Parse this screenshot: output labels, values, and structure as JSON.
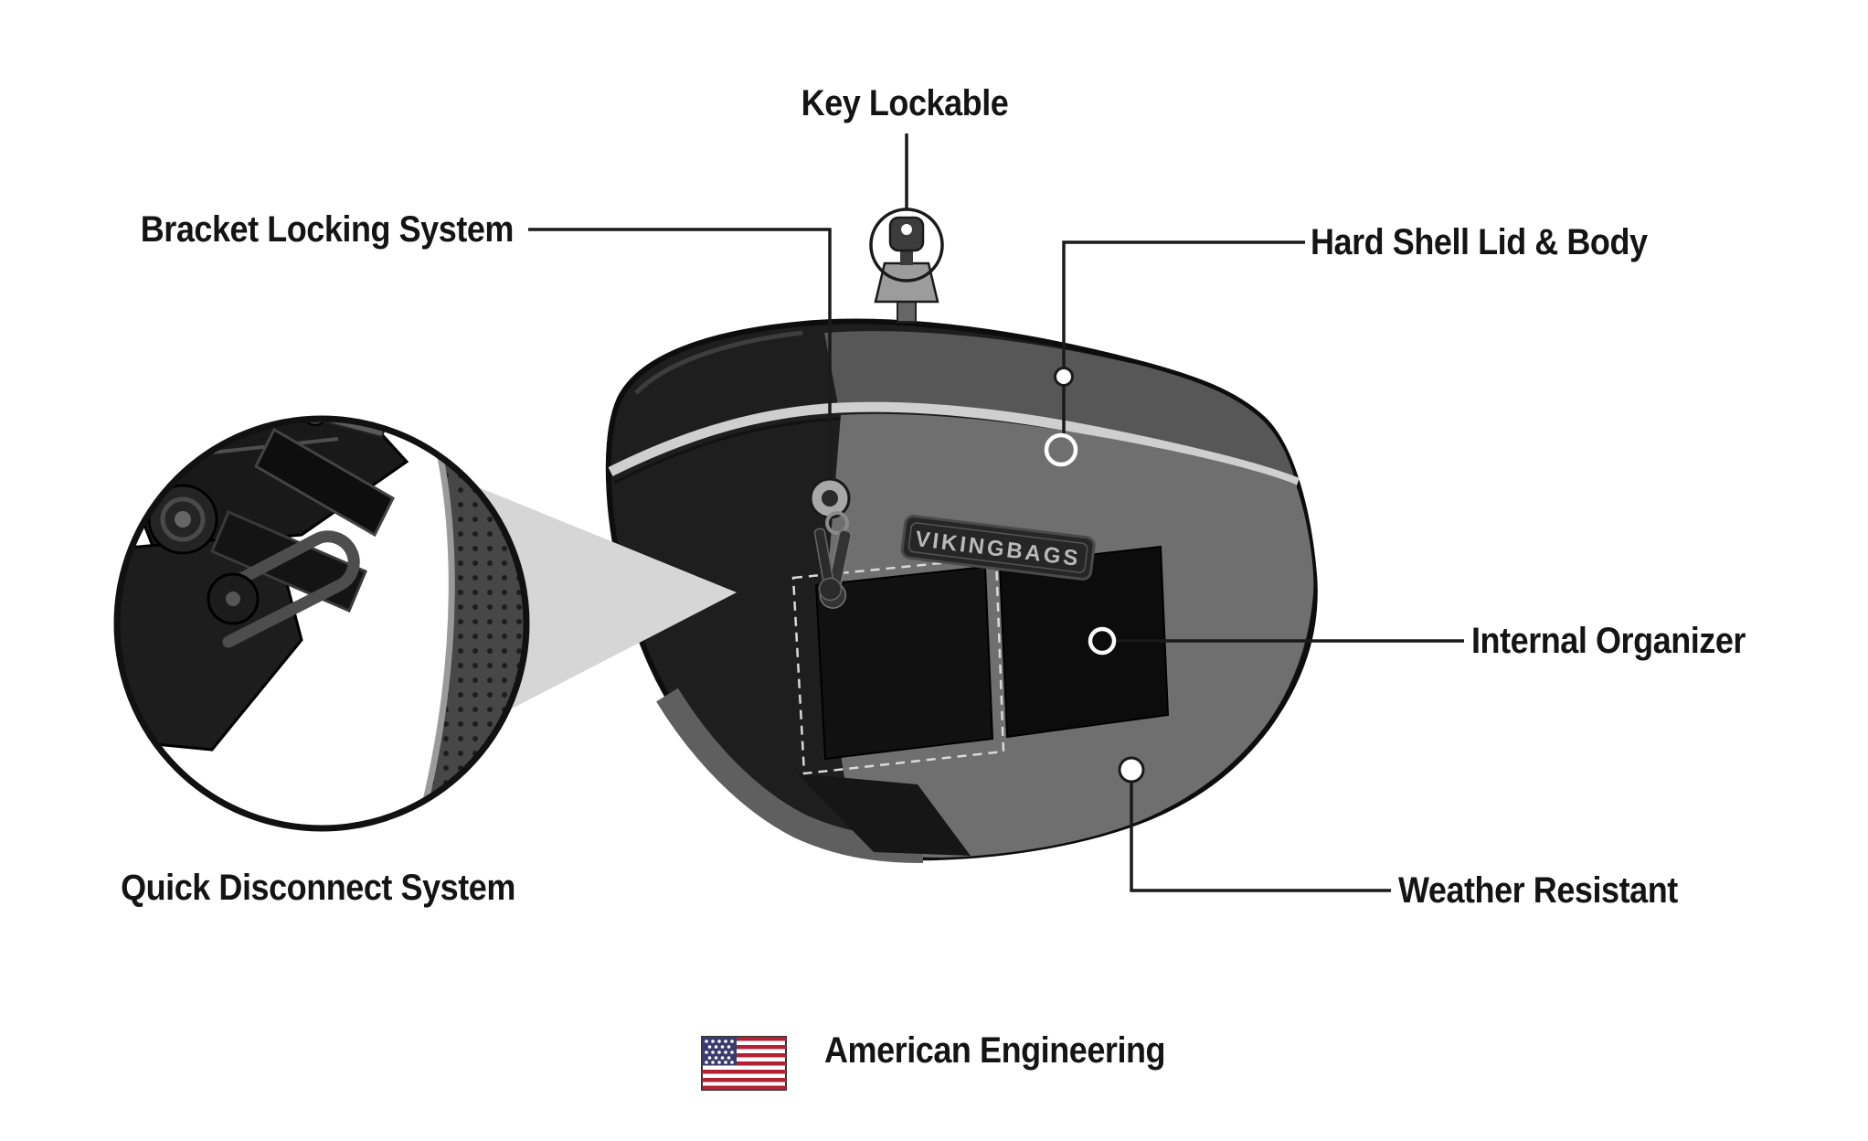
{
  "diagram": {
    "title_context": "Saddlebag feature callout diagram",
    "labels": {
      "key_lockable": "Key Lockable",
      "bracket_locking_system": "Bracket Locking System",
      "hard_shell_lid_body": "Hard Shell Lid & Body",
      "internal_organizer": "Internal Organizer",
      "weather_resistant": "Weather Resistant",
      "quick_disconnect_system": "Quick Disconnect System",
      "american_engineering": "American Engineering"
    },
    "brand": {
      "plate_text": "VIKINGBAGS"
    },
    "icons": [
      {
        "name": "key-icon",
        "meaning": "key lock on saddlebag lid"
      },
      {
        "name": "us-flag-icon",
        "meaning": "American flag"
      }
    ],
    "colors": {
      "label_text": "#141414",
      "callout_line": "#1a1a1a",
      "bag_body": "#1e1e1e",
      "lid_gray": "#575757",
      "panel_gray": "#6f6f6f",
      "seam_light": "#cfcfcf",
      "beam_gray": "#d6d6d6",
      "flag_red": "#b22234",
      "flag_blue": "#3c3b6e"
    }
  }
}
